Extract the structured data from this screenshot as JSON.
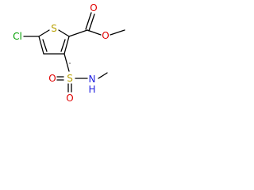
{
  "molecule": {
    "atoms": {
      "chlorine": "Cl",
      "ring_sulfur": "S",
      "carbonyl_oxygen": "O",
      "ester_oxygen": "O",
      "sulfonyl_sulfur": "S",
      "sulfonyl_oxygen_top": "O",
      "sulfonyl_oxygen_bottom": "O",
      "amide_nitrogen": "N",
      "amide_hydrogen": "H"
    },
    "colors": {
      "bond": "#000000",
      "chlorine": "#00a000",
      "sulfur": "#b8a000",
      "oxygen": "#e00000",
      "nitrogen": "#2020e0"
    }
  }
}
